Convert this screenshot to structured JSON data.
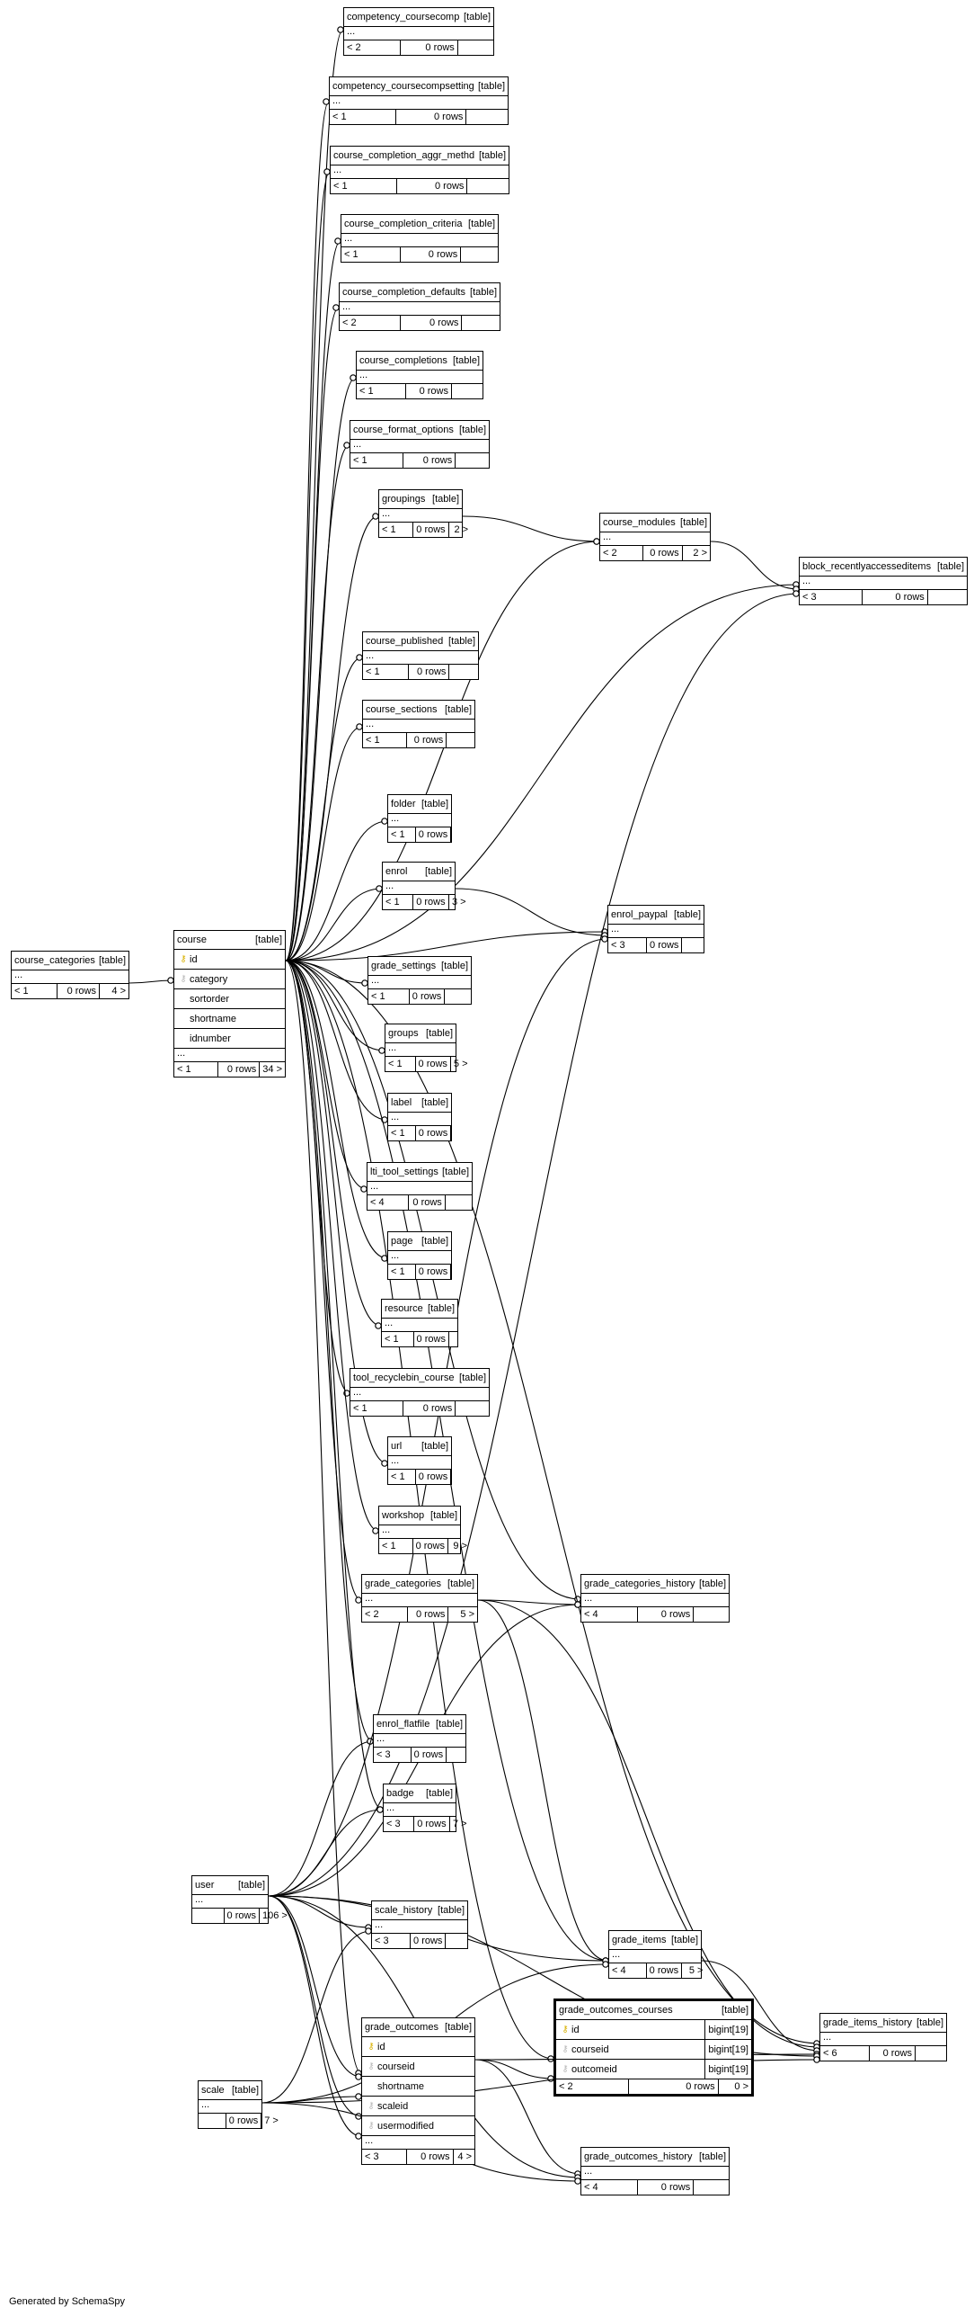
{
  "tag": "[table]",
  "dots": "...",
  "generated_by": "Generated by SchemaSpy",
  "tables": [
    {
      "name": "competency_coursecomp",
      "parents": "< 2",
      "rows": "0 rows",
      "children": ""
    },
    {
      "name": "competency_coursecompsetting",
      "parents": "< 1",
      "rows": "0 rows",
      "children": ""
    },
    {
      "name": "course_completion_aggr_methd",
      "parents": "< 1",
      "rows": "0 rows",
      "children": ""
    },
    {
      "name": "course_completion_criteria",
      "parents": "< 1",
      "rows": "0 rows",
      "children": ""
    },
    {
      "name": "course_completion_defaults",
      "parents": "< 2",
      "rows": "0 rows",
      "children": ""
    },
    {
      "name": "course_completions",
      "parents": "< 1",
      "rows": "0 rows",
      "children": ""
    },
    {
      "name": "course_format_options",
      "parents": "< 1",
      "rows": "0 rows",
      "children": ""
    },
    {
      "name": "groupings",
      "parents": "< 1",
      "rows": "0 rows",
      "children": "2 >"
    },
    {
      "name": "course_modules",
      "parents": "< 2",
      "rows": "0 rows",
      "children": "2 >"
    },
    {
      "name": "block_recentlyaccesseditems",
      "parents": "< 3",
      "rows": "0 rows",
      "children": ""
    },
    {
      "name": "course_published",
      "parents": "< 1",
      "rows": "0 rows",
      "children": ""
    },
    {
      "name": "course_sections",
      "parents": "< 1",
      "rows": "0 rows",
      "children": ""
    },
    {
      "name": "folder",
      "parents": "< 1",
      "rows": "0 rows",
      "children": ""
    },
    {
      "name": "enrol",
      "parents": "< 1",
      "rows": "0 rows",
      "children": "3 >"
    },
    {
      "name": "enrol_paypal",
      "parents": "< 3",
      "rows": "0 rows",
      "children": ""
    },
    {
      "name": "course_categories",
      "parents": "< 1",
      "rows": "0 rows",
      "children": "4 >"
    },
    {
      "name": "grade_settings",
      "parents": "< 1",
      "rows": "0 rows",
      "children": ""
    },
    {
      "name": "groups",
      "parents": "< 1",
      "rows": "0 rows",
      "children": "5 >"
    },
    {
      "name": "label",
      "parents": "< 1",
      "rows": "0 rows",
      "children": ""
    },
    {
      "name": "lti_tool_settings",
      "parents": "< 4",
      "rows": "0 rows",
      "children": ""
    },
    {
      "name": "page",
      "parents": "< 1",
      "rows": "0 rows",
      "children": ""
    },
    {
      "name": "resource",
      "parents": "< 1",
      "rows": "0 rows",
      "children": ""
    },
    {
      "name": "tool_recyclebin_course",
      "parents": "< 1",
      "rows": "0 rows",
      "children": ""
    },
    {
      "name": "url",
      "parents": "< 1",
      "rows": "0 rows",
      "children": ""
    },
    {
      "name": "workshop",
      "parents": "< 1",
      "rows": "0 rows",
      "children": "9 >"
    },
    {
      "name": "grade_categories",
      "parents": "< 2",
      "rows": "0 rows",
      "children": "5 >"
    },
    {
      "name": "grade_categories_history",
      "parents": "< 4",
      "rows": "0 rows",
      "children": ""
    },
    {
      "name": "enrol_flatfile",
      "parents": "< 3",
      "rows": "0 rows",
      "children": ""
    },
    {
      "name": "badge",
      "parents": "< 3",
      "rows": "0 rows",
      "children": "7 >"
    },
    {
      "name": "user",
      "parents": "",
      "rows": "0 rows",
      "children": "106 >"
    },
    {
      "name": "scale_history",
      "parents": "< 3",
      "rows": "0 rows",
      "children": ""
    },
    {
      "name": "grade_items",
      "parents": "< 4",
      "rows": "0 rows",
      "children": "5 >"
    },
    {
      "name": "grade_items_history",
      "parents": "< 6",
      "rows": "0 rows",
      "children": ""
    },
    {
      "name": "scale",
      "parents": "",
      "rows": "0 rows",
      "children": "7 >"
    },
    {
      "name": "grade_outcomes_history",
      "parents": "< 4",
      "rows": "0 rows",
      "children": ""
    }
  ],
  "course": {
    "name": "course",
    "columns": [
      {
        "name": "id",
        "key": "pk"
      },
      {
        "name": "category",
        "key": "fk"
      },
      {
        "name": "sortorder",
        "key": ""
      },
      {
        "name": "shortname",
        "key": ""
      },
      {
        "name": "idnumber",
        "key": ""
      }
    ],
    "parents": "< 1",
    "rows": "0 rows",
    "children": "34 >"
  },
  "grade_outcomes": {
    "name": "grade_outcomes",
    "columns": [
      {
        "name": "id",
        "key": "pk"
      },
      {
        "name": "courseid",
        "key": "fk"
      },
      {
        "name": "shortname",
        "key": ""
      },
      {
        "name": "scaleid",
        "key": "fk"
      },
      {
        "name": "usermodified",
        "key": "fk"
      }
    ],
    "parents": "< 3",
    "rows": "0 rows",
    "children": "4 >"
  },
  "grade_outcomes_courses": {
    "name": "grade_outcomes_courses",
    "columns": [
      {
        "name": "id",
        "key": "pk",
        "type": "bigint[19]"
      },
      {
        "name": "courseid",
        "key": "fk",
        "type": "bigint[19]"
      },
      {
        "name": "outcomeid",
        "key": "fk",
        "type": "bigint[19]"
      }
    ],
    "parents": "< 2",
    "rows": "0 rows",
    "children": "0 >"
  },
  "icons": {
    "pk": "key-icon",
    "fk": "foreign-key-icon"
  },
  "colors": {
    "pk_key": "#d8b000",
    "fk_key": "#b9b9b9",
    "line": "#000000"
  }
}
